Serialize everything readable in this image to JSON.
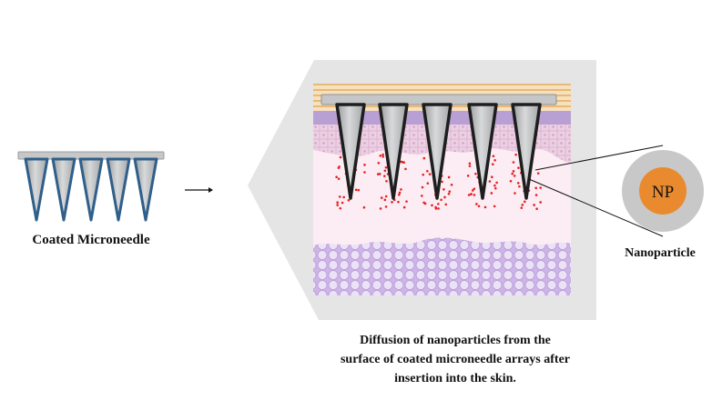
{
  "labels": {
    "coated_microneedle": "Coated Microneedle",
    "nanoparticle": "Nanoparticle",
    "np_core": "NP",
    "caption_lines": [
      "Diffusion of nanoparticles from the",
      "surface of coated microneedle arrays after",
      "insertion into the skin."
    ]
  },
  "colors": {
    "panel_gray": "#e5e5e5",
    "needle_outline_blue": "#2f5f8a",
    "needle_outline_black": "#1e1e1e",
    "nanoparticle_red": "#e52222",
    "np_shell": "#c8c8c8",
    "np_core": "#e98a2e",
    "fat_purple": "#d9c8ec",
    "dermis_pink": "#fcecf3"
  }
}
